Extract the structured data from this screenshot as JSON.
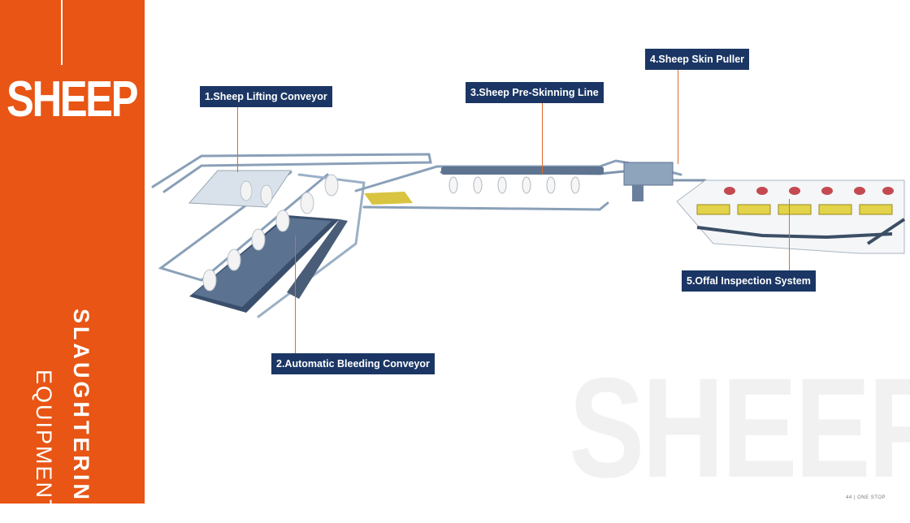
{
  "colors": {
    "accent": "#e85514",
    "navy": "#1b3664",
    "leader": "#e26a2c"
  },
  "sidebar": {
    "title": "SHEEP",
    "vertical_bold": "SLAUGHTERING",
    "vertical_light": "EQUIPMENT"
  },
  "watermark": "SHEEP",
  "labels": {
    "l1": "1.Sheep Lifting Conveyor",
    "l2": "2.Automatic Bleeding  Conveyor",
    "l3": "3.Sheep Pre-Skinning Line",
    "l4": "4.Sheep Skin Puller",
    "l5": "5.Offal Inspection System"
  },
  "footer": "44 | ONE STOP"
}
